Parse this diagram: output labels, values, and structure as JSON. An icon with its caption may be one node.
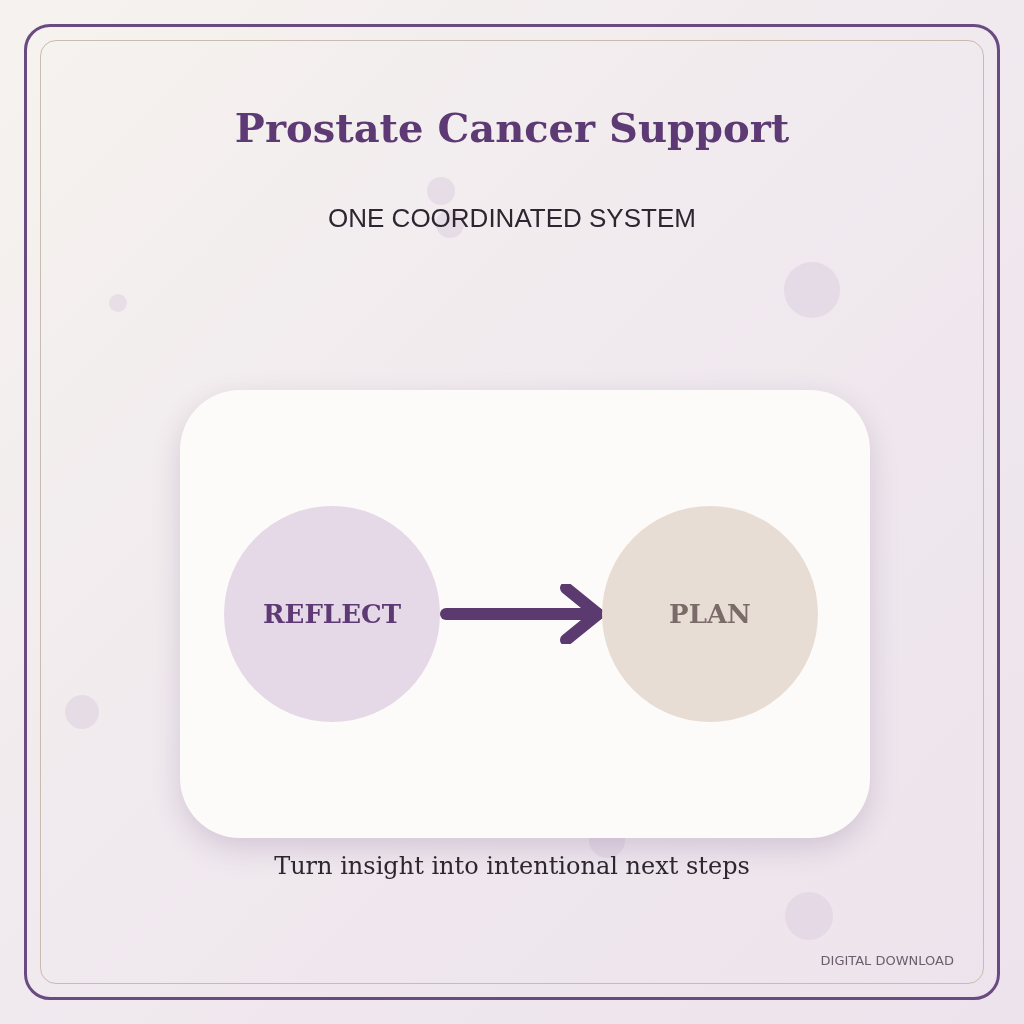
{
  "diagram": {
    "title": "Prostate Cancer Support",
    "caption": "Turn insight into intentional next steps",
    "nodes": [
      {
        "text": [
          "REFLECT"
        ]
      },
      {
        "text": [
          "PLAN"
        ]
      }
    ],
    "edges": [
      {
        "from": 0,
        "to": 1,
        "arrow": "to"
      }
    ],
    "labels": [
      "ONE COORDINATED SYSTEM",
      "DIGITAL DOWNLOAD"
    ]
  }
}
